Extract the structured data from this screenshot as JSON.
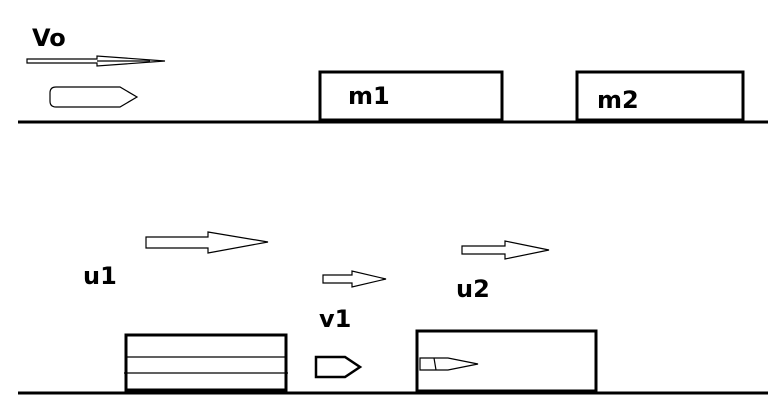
{
  "labels": {
    "v0": "Vo",
    "m1": "m1",
    "m2": "m2",
    "u1": "u1",
    "v1": "v1",
    "u2": "u2"
  },
  "colors": {
    "stroke": "#000000",
    "background": "#ffffff"
  }
}
